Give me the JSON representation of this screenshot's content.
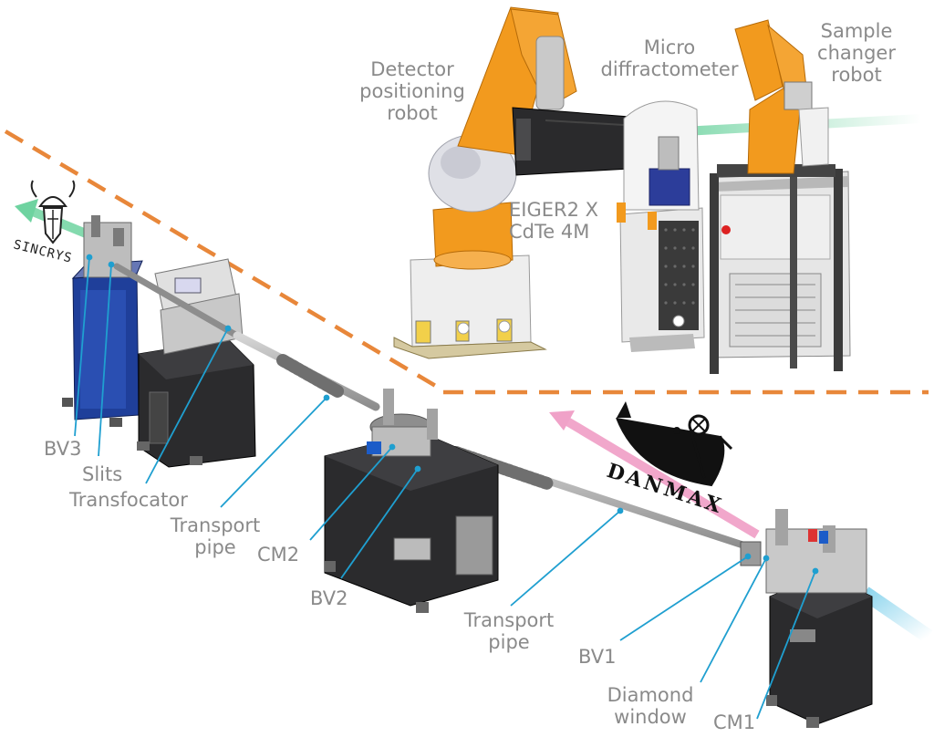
{
  "labels": {
    "detector_robot": [
      "Detector",
      "positioning",
      "robot"
    ],
    "micro_diffractometer": [
      "Micro",
      "diffractometer"
    ],
    "sample_changer": [
      "Sample",
      "changer",
      "robot"
    ],
    "detector_model": [
      "EIGER2 X",
      "CdTe 4M"
    ],
    "bv3": "BV3",
    "slits": "Slits",
    "transfocator": "Transfocator",
    "transport_pipe_1": [
      "Transport",
      "pipe"
    ],
    "cm2": "CM2",
    "bv2": "BV2",
    "transport_pipe_2": [
      "Transport",
      "pipe"
    ],
    "bv1": "BV1",
    "diamond_window": [
      "Diamond",
      "window"
    ],
    "cm1": "CM1"
  },
  "logos": {
    "sincrys": "SINCRYS",
    "danmax": "DANMAX"
  },
  "colors": {
    "label_text": "#8a8a8a",
    "dashed_line": "#e8873a",
    "leader_line": "#1f9fd0",
    "robot_orange": "#f29a1e",
    "beam_green": "#6ed3a0",
    "beam_pink": "#f0a2c8",
    "beam_blue": "#8fd6ee",
    "cabinet_black": "#2b2b2d",
    "cabinet_blue": "#1f3f9a"
  }
}
